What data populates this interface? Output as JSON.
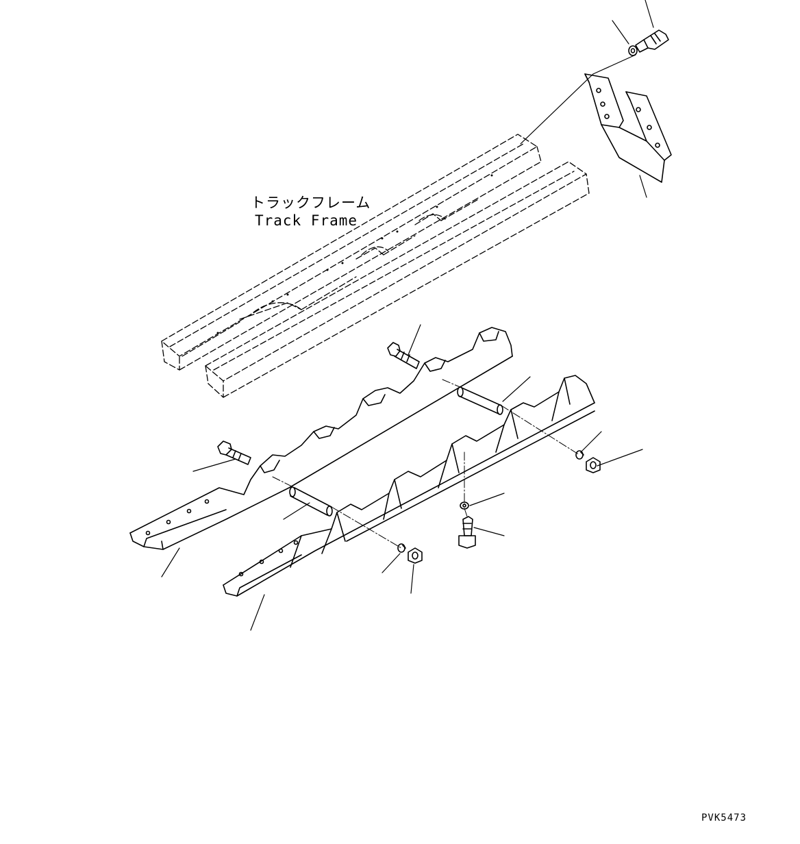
{
  "diagram": {
    "frame_label_jp": "トラックフレーム",
    "frame_label_en": "Track Frame",
    "drawing_number": "PVK5473",
    "line_color": "#000000",
    "background_color": "#ffffff"
  }
}
